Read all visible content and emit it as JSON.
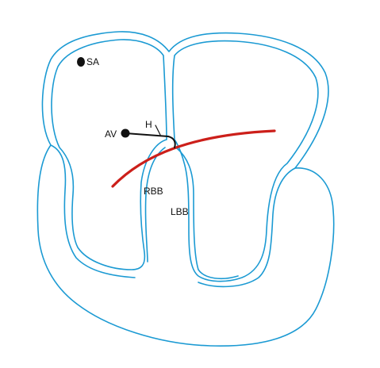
{
  "labels": {
    "sa": "SA",
    "av": "AV",
    "his": "H",
    "rbb": "RBB",
    "lbb": "LBB"
  },
  "colors": {
    "outline": "#1b9ad3",
    "conduction": "#111111",
    "axis": "#cc1f1a",
    "background": "#ffffff"
  }
}
